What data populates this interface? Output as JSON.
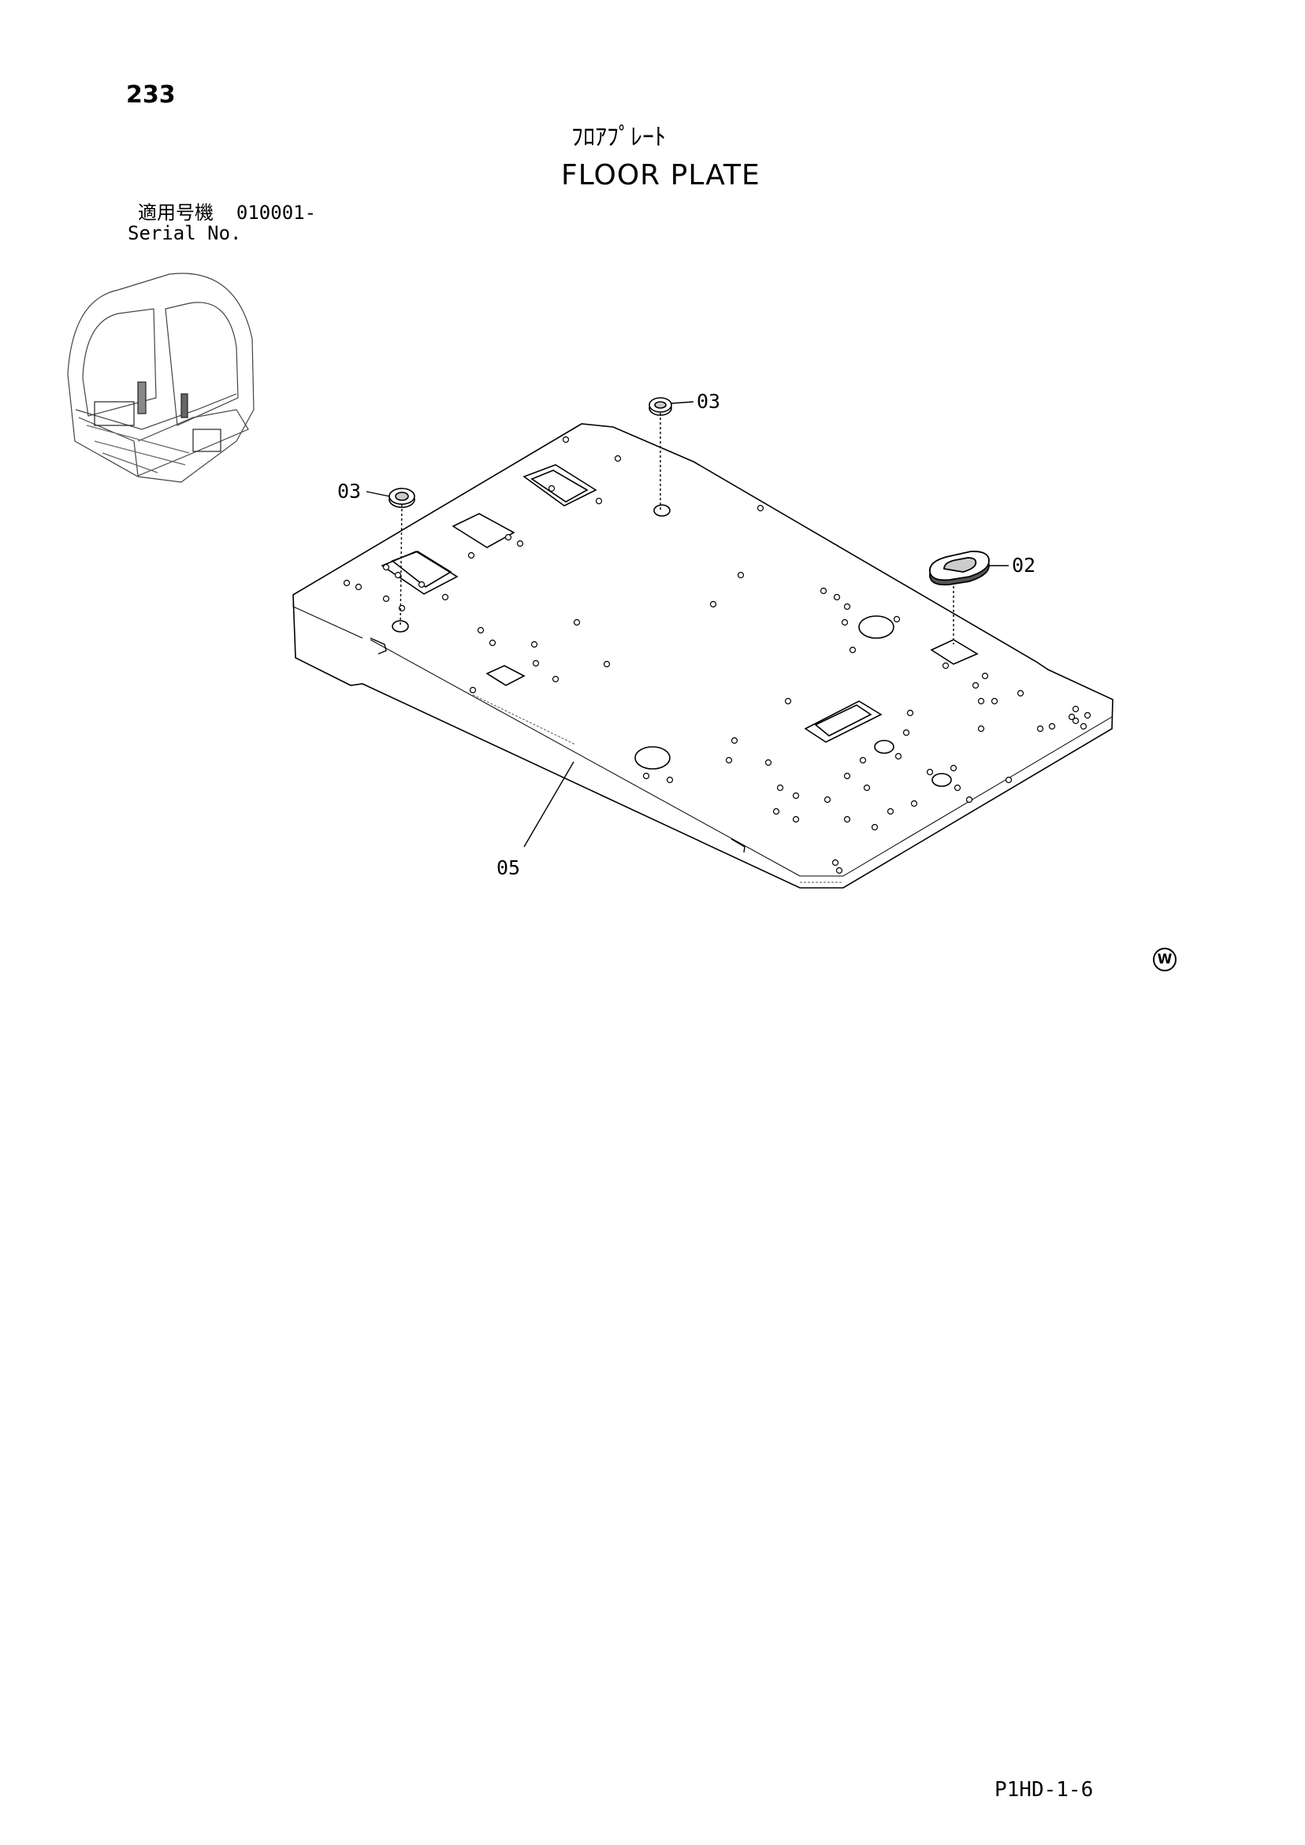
{
  "page_number": "233",
  "title_jp": "ﾌﾛｱﾌﾟﾚｰﾄ",
  "title_en": "FLOOR PLATE",
  "serial_label_jp": "適用号機",
  "serial_value": "010001-",
  "serial_label_en": "Serial No.",
  "callouts": [
    "03",
    "03",
    "02",
    "05"
  ],
  "mark": "W",
  "doc_code": "P1HD-1-6"
}
